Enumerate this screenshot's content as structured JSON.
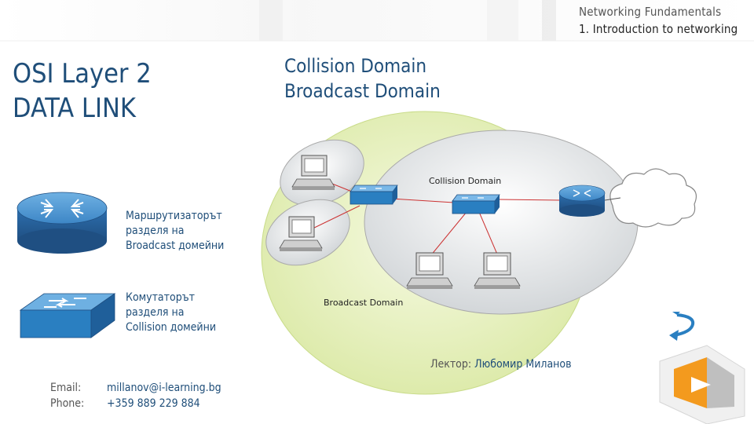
{
  "header": {
    "course_title": "Networking Fundamentals",
    "lesson_title": "1. Introduction to networking"
  },
  "slide": {
    "layer_title": "OSI Layer 2",
    "layer_subtitle": "DATA LINK",
    "domain_heading_1": "Collision Domain",
    "domain_heading_2": "Broadcast Domain"
  },
  "notes": {
    "router": [
      "Маршрутизаторът",
      "разделя на",
      "Broadcast домейни"
    ],
    "switch": [
      "Комутаторът",
      "разделя на",
      "Collision домейни"
    ]
  },
  "diagram": {
    "collision_domain_label": "Collision Domain",
    "broadcast_domain_label": "Broadcast Domain"
  },
  "footer": {
    "lecturer_label": "Лектор:",
    "lecturer_name": "Любомир Миланов",
    "email_label": "Email:",
    "email_value": "millanov@i-learning.bg",
    "phone_label": "Phone:",
    "phone_value": "+359 889 229 884"
  },
  "icons": {
    "router": "router-icon",
    "switch": "switch-icon",
    "computer": "computer-icon",
    "cloud": "cloud-icon",
    "return": "return-arrow-icon",
    "logo": "play-logo-icon"
  },
  "colors": {
    "title_blue": "#1f4e79",
    "device_blue": "#2a7fc1",
    "broadcast_fill": "#e9f2c4",
    "link_red": "#cc3333"
  }
}
